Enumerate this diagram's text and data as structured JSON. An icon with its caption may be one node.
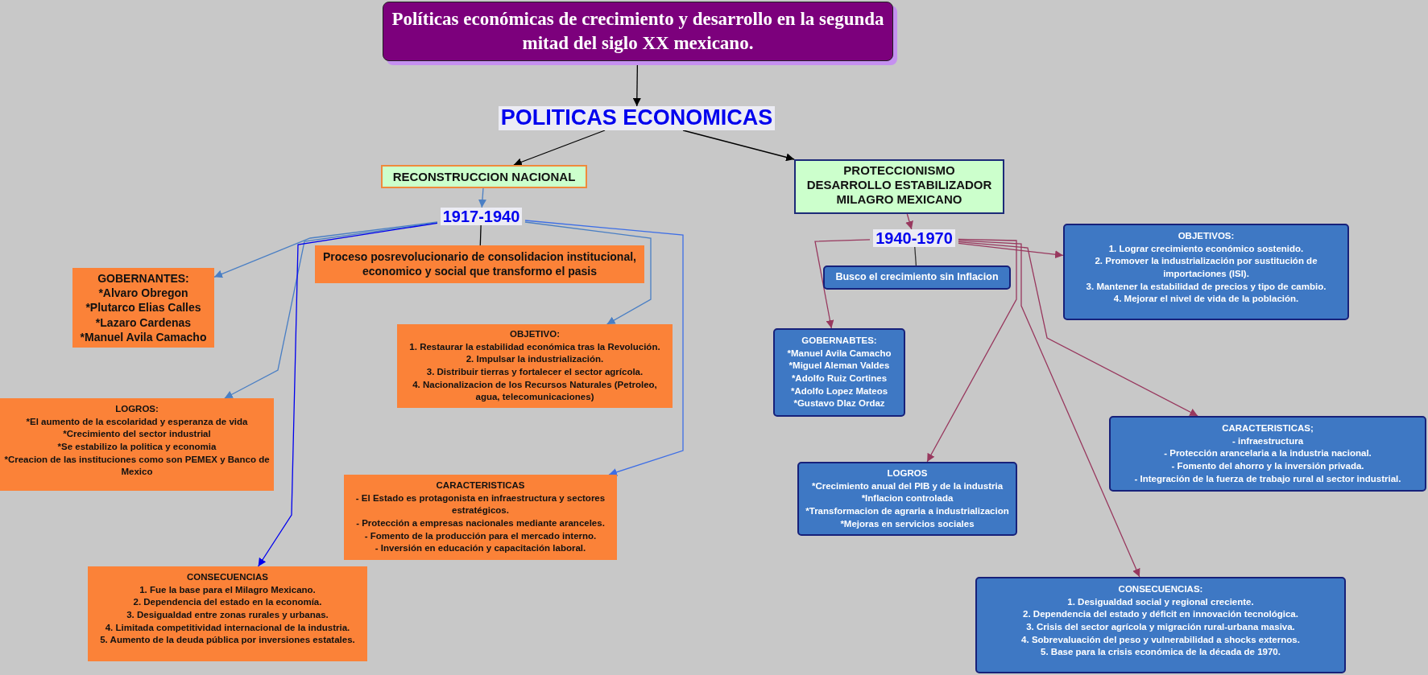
{
  "diagram": {
    "nodes": [
      {
        "text": [
          "Políticas económicas de crecimiento y desarrollo en la segunda mitad del siglo XX mexicano."
        ]
      },
      {
        "text": [
          "POLITICAS ECONOMICAS"
        ]
      },
      {
        "text": [
          "RECONSTRUCCION NACIONAL"
        ]
      },
      {
        "text": [
          "PROTECCIONISMO",
          "DESARROLLO ESTABILIZADOR",
          "MILAGRO MEXICANO"
        ]
      },
      {
        "text": [
          "1917-1940"
        ]
      },
      {
        "text": [
          "Proceso posrevolucionario de consolidacion institucional, economico y social que transformo el pasis"
        ]
      },
      {
        "text": [
          "GOBERNANTES:",
          "*Alvaro Obregon",
          "*Plutarco Elias Calles",
          "*Lazaro Cardenas",
          "*Manuel Avila Camacho"
        ]
      },
      {
        "text": [
          "LOGROS:",
          "*El aumento de la escolaridad y esperanza de vida",
          "*Crecimiento del sector industrial",
          "*Se estabilizo la politica y economia",
          "*Creacion de las instituciones como son PEMEX y Banco de Mexico"
        ]
      },
      {
        "text": [
          "OBJETIVO:",
          "1. Restaurar la estabilidad económica tras la Revolución.",
          "2. Impulsar la industrialización.",
          "3. Distribuir tierras y fortalecer el sector agrícola.",
          "4. Nacionalizacion de los Recursos Naturales (Petroleo, agua, telecomunicaciones)"
        ]
      },
      {
        "text": [
          "CARACTERISTICAS",
          "- El Estado es protagonista en infraestructura y sectores estratégicos.",
          "- Protección a empresas nacionales mediante aranceles.",
          "- Fomento de la producción para el mercado interno.",
          "- Inversión en educación y capacitación laboral."
        ]
      },
      {
        "text": [
          "CONSECUENCIAS",
          "1. Fue la base para el Milagro Mexicano.",
          "2. Dependencia del estado en la economía.",
          "3. Desigualdad entre zonas rurales y urbanas.",
          "4. Limitada competitividad internacional de la industria.",
          "5. Aumento de la deuda pública por inversiones estatales."
        ]
      },
      {
        "text": [
          "1940-1970"
        ]
      },
      {
        "text": [
          "Busco el crecimiento sin Inflacion"
        ]
      },
      {
        "text": [
          "OBJETIVOS:",
          "1. Lograr crecimiento económico sostenido.",
          "2. Promover la industrialización por sustitución de importaciones (ISI).",
          "3. Mantener la estabilidad de precios y tipo de cambio.",
          "4. Mejorar el nivel de vida de la población."
        ]
      },
      {
        "text": [
          "GOBERNABTES:",
          "*Manuel Avila Camacho",
          "*Miguel Aleman Valdes",
          "*Adolfo Ruiz Cortines",
          "*Adolfo Lopez Mateos",
          "*Gustavo Dlaz Ordaz"
        ]
      },
      {
        "text": [
          "CARACTERISTICAS;",
          "- infraestructura",
          "- Protección arancelaria a la industria nacional.",
          "- Fomento del ahorro y la inversión privada.",
          "- Integración de la fuerza de trabajo rural al sector industrial."
        ]
      },
      {
        "text": [
          "LOGROS",
          "*Crecimiento anual del PIB y de la industria",
          "*Inflacion controlada",
          "*Transformacion de agraria a industrializacion",
          "*Mejoras en servicios sociales"
        ]
      },
      {
        "text": [
          "CONSECUENCIAS:",
          "1. Desigualdad social y regional creciente.",
          "2. Dependencia del estado y déficit en innovación tecnológica.",
          "3. Crisis del sector agrícola y migración rural-urbana masiva.",
          "4. Sobrevaluación del peso y vulnerabilidad a shocks externos.",
          "5. Base para la crisis económica de la década de 1970."
        ]
      }
    ],
    "edges": [
      {
        "from": 0,
        "to": 1,
        "arrow": "to",
        "color": "#000000"
      },
      {
        "from": 1,
        "to": 2,
        "arrow": "to",
        "color": "#000000"
      },
      {
        "from": 1,
        "to": 3,
        "arrow": "to",
        "color": "#000000"
      },
      {
        "from": 2,
        "to": 4,
        "arrow": "to",
        "color": "#4a7fc4"
      },
      {
        "from": 4,
        "to": 5,
        "arrow": "none",
        "color": "#000000"
      },
      {
        "from": 4,
        "to": 6,
        "arrow": "to",
        "color": "#4a7fc4"
      },
      {
        "from": 4,
        "to": 7,
        "arrow": "to",
        "color": "#4a7fc4"
      },
      {
        "from": 4,
        "to": 8,
        "arrow": "to",
        "color": "#4a7fc4"
      },
      {
        "from": 4,
        "to": 9,
        "arrow": "to",
        "color": "#3d6ee6"
      },
      {
        "from": 4,
        "to": 10,
        "arrow": "to",
        "color": "#0000ee"
      },
      {
        "from": 3,
        "to": 11,
        "arrow": "to",
        "color": "#98385e"
      },
      {
        "from": 11,
        "to": 13,
        "arrow": "to",
        "color": "#98385e"
      },
      {
        "from": 11,
        "to": 12,
        "arrow": "none",
        "color": "#333333"
      },
      {
        "from": 11,
        "to": 14,
        "arrow": "to",
        "color": "#98385e"
      },
      {
        "from": 11,
        "to": 16,
        "arrow": "to",
        "color": "#98385e"
      },
      {
        "from": 11,
        "to": 17,
        "arrow": "to",
        "color": "#98385e"
      },
      {
        "from": 11,
        "to": 15,
        "arrow": "to",
        "color": "#98385e"
      }
    ]
  }
}
